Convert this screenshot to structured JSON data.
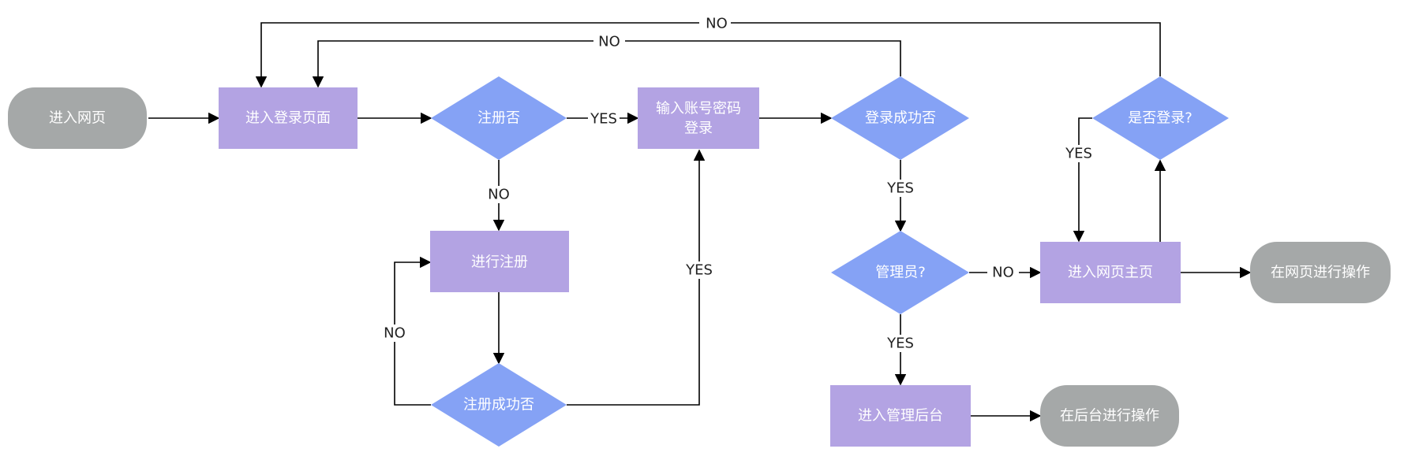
{
  "nodes": {
    "start": "进入网页",
    "login_page": "进入登录页面",
    "registered_q": "注册否",
    "enter_credentials_l1": "输入账号密码",
    "enter_credentials_l2": "登录",
    "login_success_q": "登录成功否",
    "do_register": "进行注册",
    "register_success_q": "注册成功否",
    "admin_q": "管理员?",
    "homepage": "进入网页主页",
    "logged_in_q": "是否登录?",
    "web_ops": "在网页进行操作",
    "admin_backend": "进入管理后台",
    "backend_ops": "在后台进行操作"
  },
  "edges": {
    "top_no_loop": "NO",
    "second_no_loop": "NO",
    "registered_yes": "YES",
    "registered_no": "NO",
    "register_fail_no": "NO",
    "register_success_yes": "YES",
    "login_success_yes": "YES",
    "admin_no": "NO",
    "admin_yes": "YES",
    "logged_in_yes": "YES"
  },
  "colors": {
    "rounded_node": "#a5a8a8",
    "process_node": "#b3a3e3",
    "decision_node": "#85a2f5",
    "line": "#000000"
  }
}
